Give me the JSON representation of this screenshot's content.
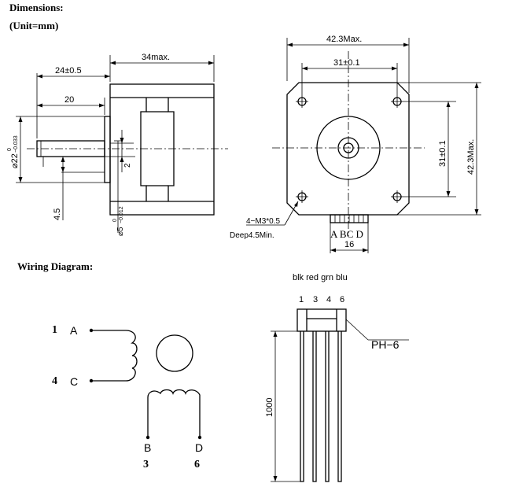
{
  "headings": {
    "dimensions": "Dimensions:",
    "unit": "(Unit=mm)",
    "wiring": "Wiring Diagram:"
  },
  "side_view": {
    "dim_34": "34max.",
    "dim_24": "24±0.5",
    "dim_20": "20",
    "dim_2": "2",
    "dim_4_5": "4.5",
    "dim_shaft_dia": "⌀22",
    "dim_shaft_tol_top": "0",
    "dim_shaft_tol_bot": "−0.033",
    "dim_bore_dia": "⌀5",
    "dim_bore_tol_top": "0",
    "dim_bore_tol_bot": "−0.012"
  },
  "front_view": {
    "dim_width": "42.3Max.",
    "dim_hole_spacing": "31±0.1",
    "dim_hole_spacing_v": "31±0.1",
    "dim_height": "42.3Max.",
    "screw_label": "4−M3*0.5",
    "depth_label": "Deep4.5Min.",
    "connector_pins": "A BC D",
    "dim_16": "16"
  },
  "wiring_left": {
    "num_1": "1",
    "letter_a": "A",
    "num_4": "4",
    "letter_c": "C",
    "letter_b": "B",
    "letter_d": "D",
    "num_3": "3",
    "num_6": "6"
  },
  "wiring_right": {
    "wire_colors": "blk red grn blu",
    "pin_numbers": [
      "1",
      "3",
      "4",
      "6"
    ],
    "connector_label": "PH−6",
    "length_label": "1000"
  }
}
